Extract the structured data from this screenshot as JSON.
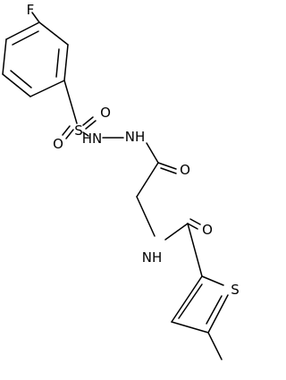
{
  "molecule": {
    "atoms": {
      "fluorine": "F",
      "sulfur_sulfonyl": "S",
      "oxygen_sulfonyl_left": "O",
      "oxygen_sulfonyl_right": "O",
      "nh_hydrazide_1": "HN",
      "nh_hydrazide_2": "NH",
      "oxygen_hydrazide_carbonyl": "O",
      "nh_amide": "NH",
      "oxygen_amide_carbonyl": "O",
      "sulfur_thiophene": "S"
    }
  }
}
